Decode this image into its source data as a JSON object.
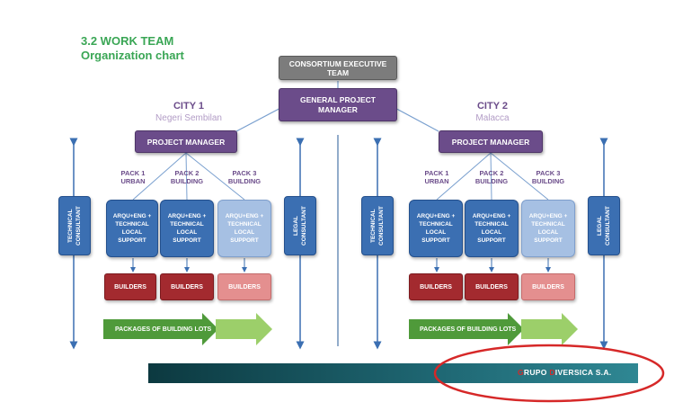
{
  "header": {
    "title": "3.2 WORK TEAM",
    "subtitle": "Organization chart"
  },
  "top": {
    "executive_label": "CONSORTIUM EXECUTIVE TEAM",
    "general_manager_label": "GENERAL PROJECT MANAGER"
  },
  "cities": [
    {
      "title": "CITY 1",
      "subtitle": "Negeri Sembilan",
      "manager_label": "PROJECT MANAGER",
      "left_column_label": "TECHNICAL CONSULTANT",
      "right_column_label": "LEGAL CONSULTANT",
      "packs": [
        {
          "name": "PACK 1",
          "type": "URBAN",
          "support": "ARQU+ENG + TECHNICAL LOCAL SUPPORT",
          "builders": "BUILDERS"
        },
        {
          "name": "PACK 2",
          "type": "BUILDING",
          "support": "ARQU+ENG + TECHNICAL LOCAL SUPPORT",
          "builders": "BUILDERS"
        },
        {
          "name": "PACK 3",
          "type": "BUILDING",
          "support": "ARQU+ENG + TECHNICAL LOCAL SUPPORT",
          "builders": "BUILDERS"
        }
      ],
      "packages_label": "PACKAGES OF BUILDING LOTS"
    },
    {
      "title": "CITY 2",
      "subtitle": "Malacca",
      "manager_label": "PROJECT MANAGER",
      "left_column_label": "TECHNICAL CONSULTANT",
      "right_column_label": "LEGAL CONSULTANT",
      "packs": [
        {
          "name": "PACK 1",
          "type": "URBAN",
          "support": "ARQU+ENG + TECHNICAL LOCAL SUPPORT",
          "builders": "BUILDERS"
        },
        {
          "name": "PACK 2",
          "type": "BUILDING",
          "support": "ARQU+ENG + TECHNICAL LOCAL SUPPORT",
          "builders": "BUILDERS"
        },
        {
          "name": "PACK 3",
          "type": "BUILDING",
          "support": "ARQU+ENG + TECHNICAL LOCAL SUPPORT",
          "builders": "BUILDERS"
        }
      ],
      "packages_label": "PACKAGES OF BUILDING LOTS"
    }
  ],
  "footer": {
    "brand_initial_1": "G",
    "brand_rest_1": "RUPO ",
    "brand_initial_2": "D",
    "brand_rest_2": "IVERSICA S.A."
  },
  "colors": {
    "purple": "#6b4c8a",
    "blue": "#3b6fb2",
    "builder_red": "#a32a2f",
    "arrow_green": "#4f9a3a",
    "highlight_ellipse": "#d62828"
  }
}
